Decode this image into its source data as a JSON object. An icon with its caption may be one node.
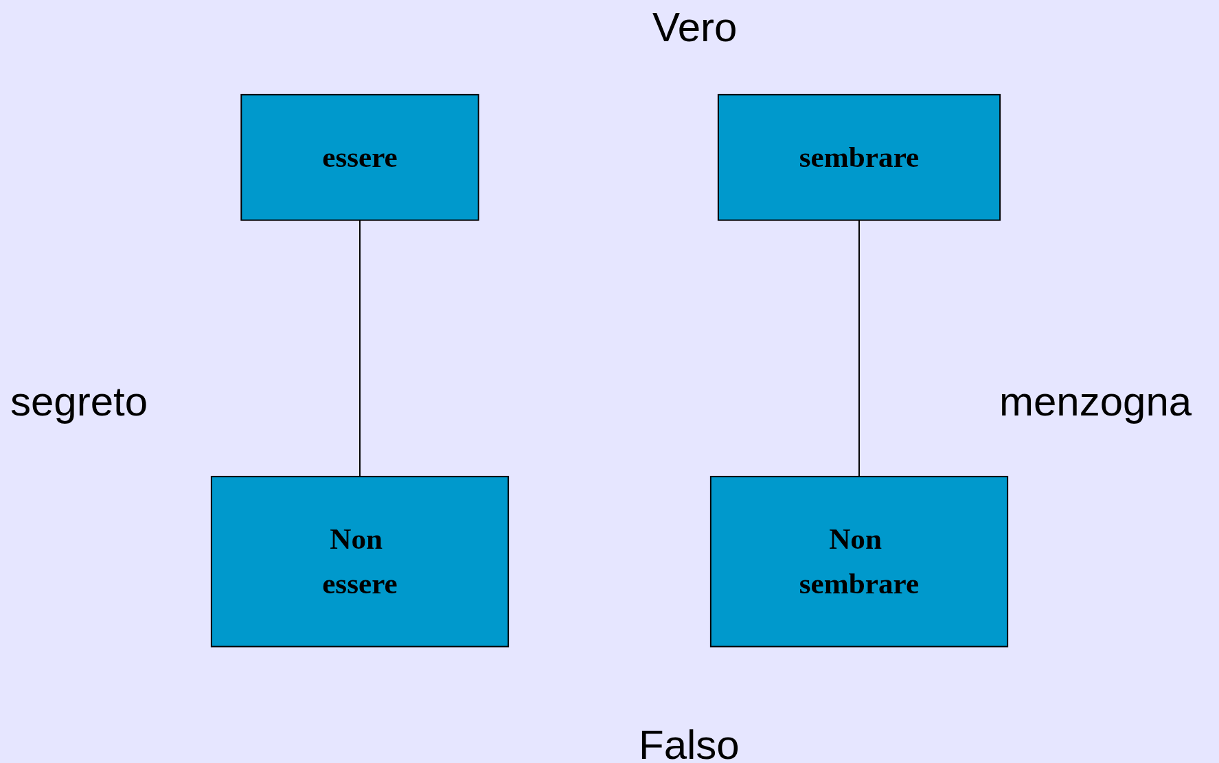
{
  "diagram": {
    "nodes": [
      {
        "text": [
          "essere"
        ]
      },
      {
        "text": [
          "sembrare"
        ]
      },
      {
        "text": [
          "Non sembrare"
        ]
      },
      {
        "text": [
          "Non essere"
        ]
      }
    ],
    "edges": [
      {
        "from": 0,
        "to": 3,
        "arrow": "none"
      },
      {
        "from": 1,
        "to": 2,
        "arrow": "none"
      }
    ],
    "labels": [
      "Vero",
      "segreto",
      "menzogna",
      "Falso"
    ]
  }
}
